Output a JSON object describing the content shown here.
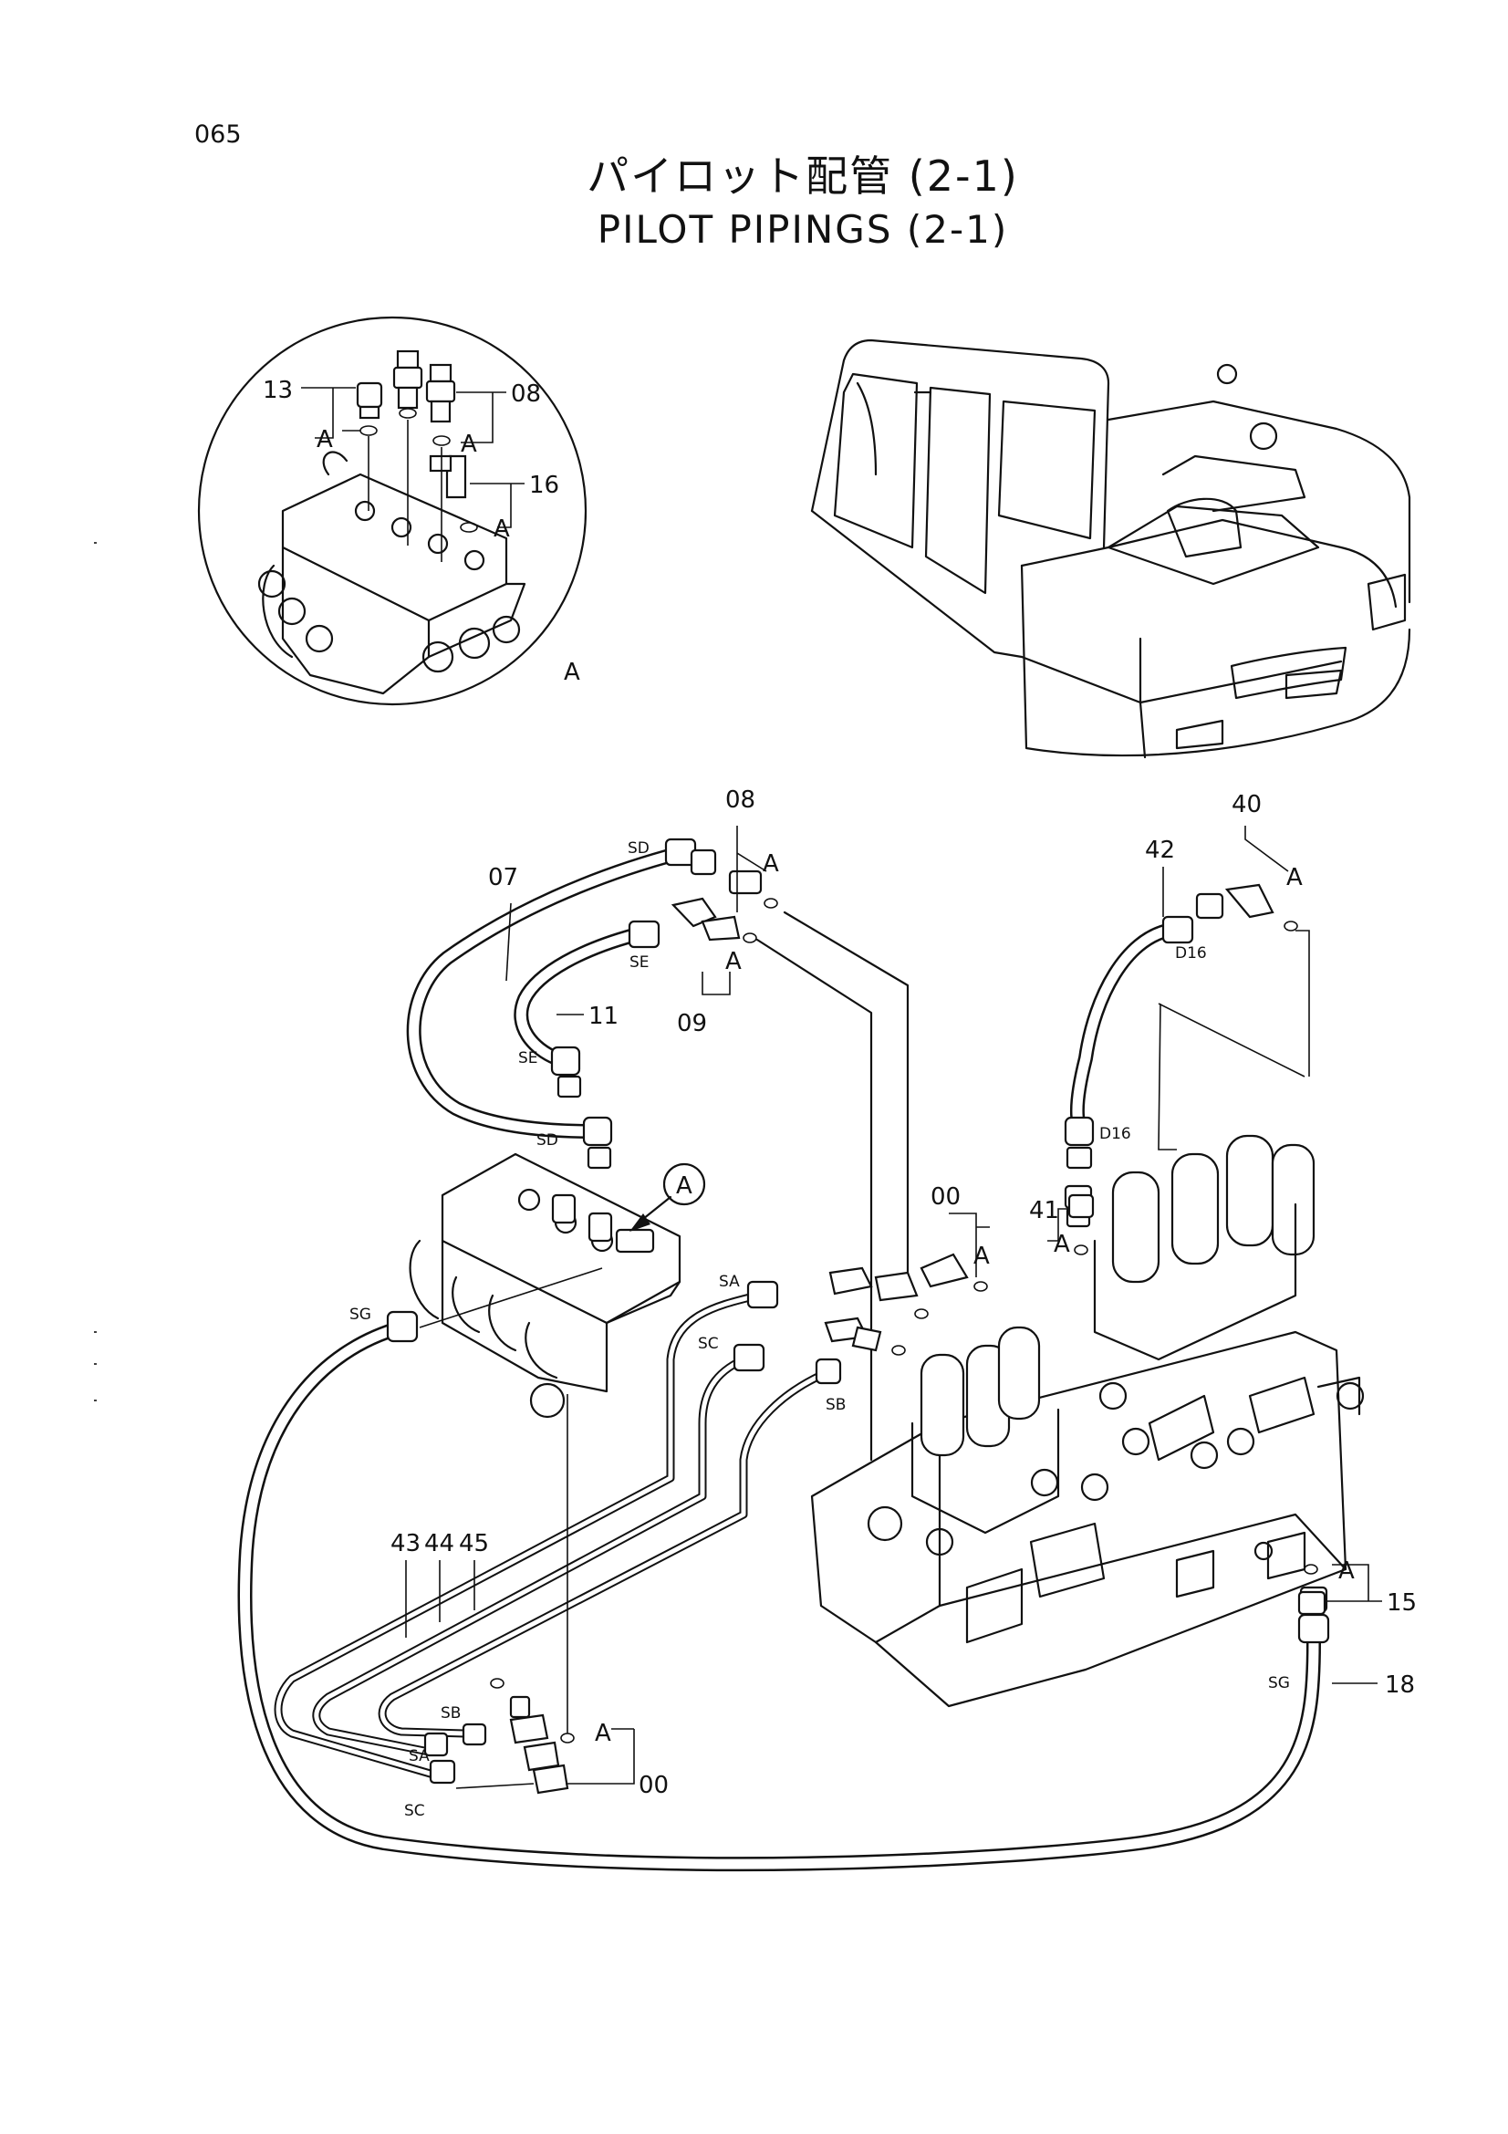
{
  "page_number": "065",
  "title": {
    "japanese": "パイロット配管 (2-1)",
    "english": "PILOT PIPINGS (2-1)"
  },
  "detail_view": {
    "label": "A",
    "callouts": [
      "13",
      "08",
      "16",
      "A",
      "A",
      "A"
    ]
  },
  "part_callouts": {
    "p07": "07",
    "p08": "08",
    "p09": "09",
    "p11": "11",
    "p40": "40",
    "p42": "42",
    "p41": "41",
    "p00_top": "00",
    "p00_bottom": "00",
    "p43": "43",
    "p44": "44",
    "p45": "45",
    "p15": "15",
    "p18": "18"
  },
  "detail_ref_marker": "A",
  "ref_letters": {
    "a": "A"
  },
  "port_labels": {
    "sd": "SD",
    "se": "SE",
    "sa": "SA",
    "sb": "SB",
    "sc": "SC",
    "sg": "SG",
    "d16": "D16"
  }
}
